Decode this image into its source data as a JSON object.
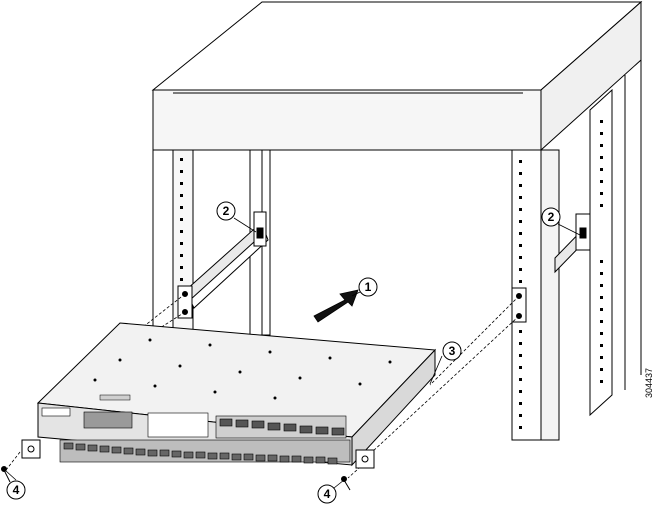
{
  "figure_id": "304437",
  "callouts": {
    "c1": "1",
    "c2_left": "2",
    "c2_right": "2",
    "c3": "3",
    "c4_left": "4",
    "c4_right": "4"
  },
  "colors": {
    "line": "#000000",
    "rack_shade": "#f4f4f4",
    "device_top": "#eeeeee",
    "device_front": "#dcdcdc",
    "arrow": "#111111"
  }
}
